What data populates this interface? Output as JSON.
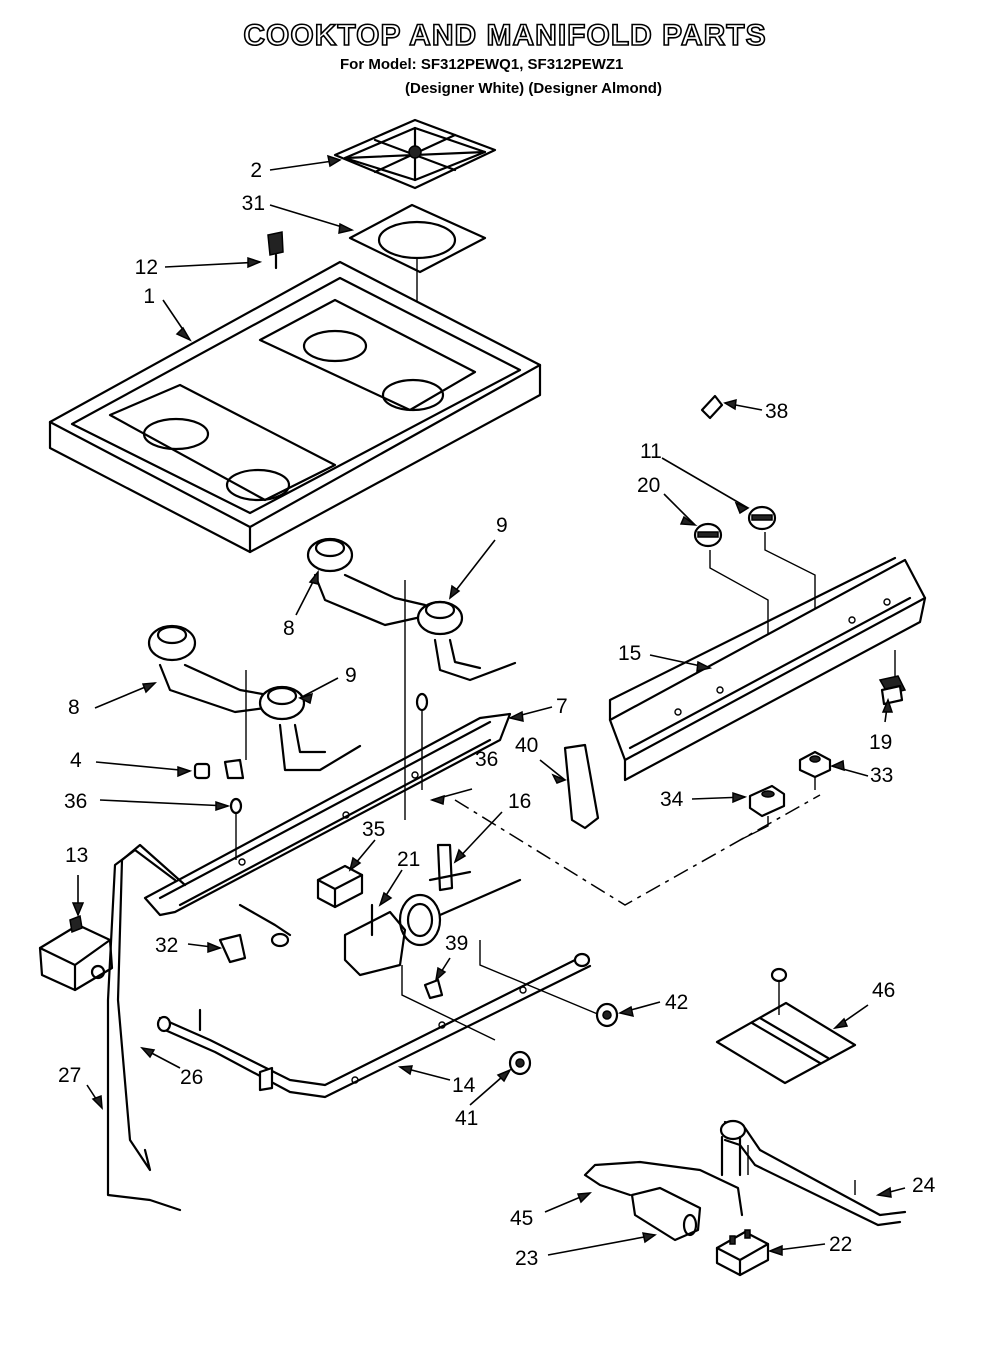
{
  "title": "COOKTOP AND MANIFOLD PARTS",
  "model_line": "For Model: SF312PEWQ1, SF312PEWZ1",
  "variant_line": "(Designer White) (Designer Almond)",
  "callouts": [
    {
      "id": "c2",
      "label": "2"
    },
    {
      "id": "c31",
      "label": "31"
    },
    {
      "id": "c12",
      "label": "12"
    },
    {
      "id": "c1",
      "label": "1"
    },
    {
      "id": "c38",
      "label": "38"
    },
    {
      "id": "c11",
      "label": "11"
    },
    {
      "id": "c20",
      "label": "20"
    },
    {
      "id": "c9a",
      "label": "9"
    },
    {
      "id": "c8a",
      "label": "8"
    },
    {
      "id": "c15",
      "label": "15"
    },
    {
      "id": "c8b",
      "label": "8"
    },
    {
      "id": "c9b",
      "label": "9"
    },
    {
      "id": "c7",
      "label": "7"
    },
    {
      "id": "c19",
      "label": "19"
    },
    {
      "id": "c4",
      "label": "4"
    },
    {
      "id": "c40",
      "label": "40"
    },
    {
      "id": "c33",
      "label": "33"
    },
    {
      "id": "c36a",
      "label": "36"
    },
    {
      "id": "c36b",
      "label": "36"
    },
    {
      "id": "c16",
      "label": "16"
    },
    {
      "id": "c34",
      "label": "34"
    },
    {
      "id": "c35",
      "label": "35"
    },
    {
      "id": "c13",
      "label": "13"
    },
    {
      "id": "c21",
      "label": "21"
    },
    {
      "id": "c32",
      "label": "32"
    },
    {
      "id": "c39",
      "label": "39"
    },
    {
      "id": "c42",
      "label": "42"
    },
    {
      "id": "c46",
      "label": "46"
    },
    {
      "id": "c27",
      "label": "27"
    },
    {
      "id": "c26",
      "label": "26"
    },
    {
      "id": "c14",
      "label": "14"
    },
    {
      "id": "c41",
      "label": "41"
    },
    {
      "id": "c24",
      "label": "24"
    },
    {
      "id": "c45",
      "label": "45"
    },
    {
      "id": "c22",
      "label": "22"
    },
    {
      "id": "c23",
      "label": "23"
    }
  ]
}
